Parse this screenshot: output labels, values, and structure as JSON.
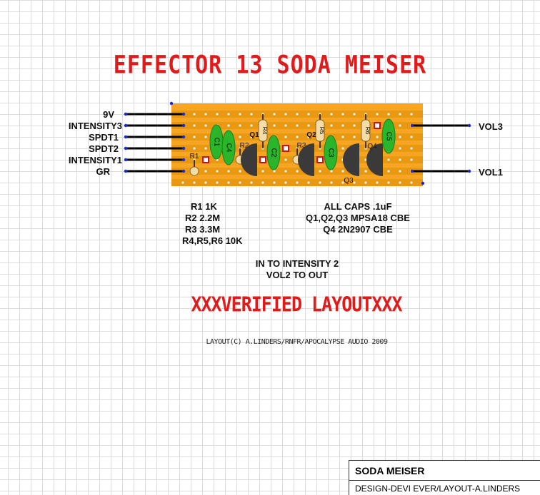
{
  "title": "EFFECTOR 13 SODA MEISER",
  "left_connections": [
    "9V",
    "INTENSITY3",
    "SPDT1",
    "SPDT2",
    "INTENSITY1",
    "GR"
  ],
  "right_connections": [
    "VOL3",
    "VOL1"
  ],
  "components": {
    "resistors": [
      "R1",
      "R2",
      "R3",
      "R4",
      "R5",
      "R6"
    ],
    "capacitors": [
      "C1",
      "C4",
      "C2",
      "C3",
      "C5"
    ],
    "transistors": [
      "Q1",
      "Q2",
      "Q3",
      "Q4"
    ]
  },
  "parts_list": [
    "R1 1K",
    "R2 2.2M",
    "R3 3.3M",
    "R4,R5,R6 10K"
  ],
  "notes_right": [
    "ALL CAPS .1uF",
    "Q1,Q2,Q3 MPSA18 CBE",
    "Q4 2N2907 CBE"
  ],
  "wiring_notes": [
    "IN TO INTENSITY 2",
    "VOL2 TO OUT"
  ],
  "verified": "XXXVERIFIED LAYOUTXXX",
  "credits": "LAYOUT(C) A.LINDERS/RNFR/APOCALYPSE AUDIO 2009",
  "title_block": {
    "name": "SODA MEISER",
    "design": "DESIGN-DEVI EVER/LAYOUT-A.LINDERS"
  },
  "colors": {
    "board": "#f6a623",
    "strip_dark": "#e99812",
    "title_red": "#e01b1b",
    "cap_green": "#2bb52b",
    "transistor": "#3a3a3a",
    "resistor": "#f3dca6",
    "wire": "#000000",
    "point": "#1a28d6"
  }
}
